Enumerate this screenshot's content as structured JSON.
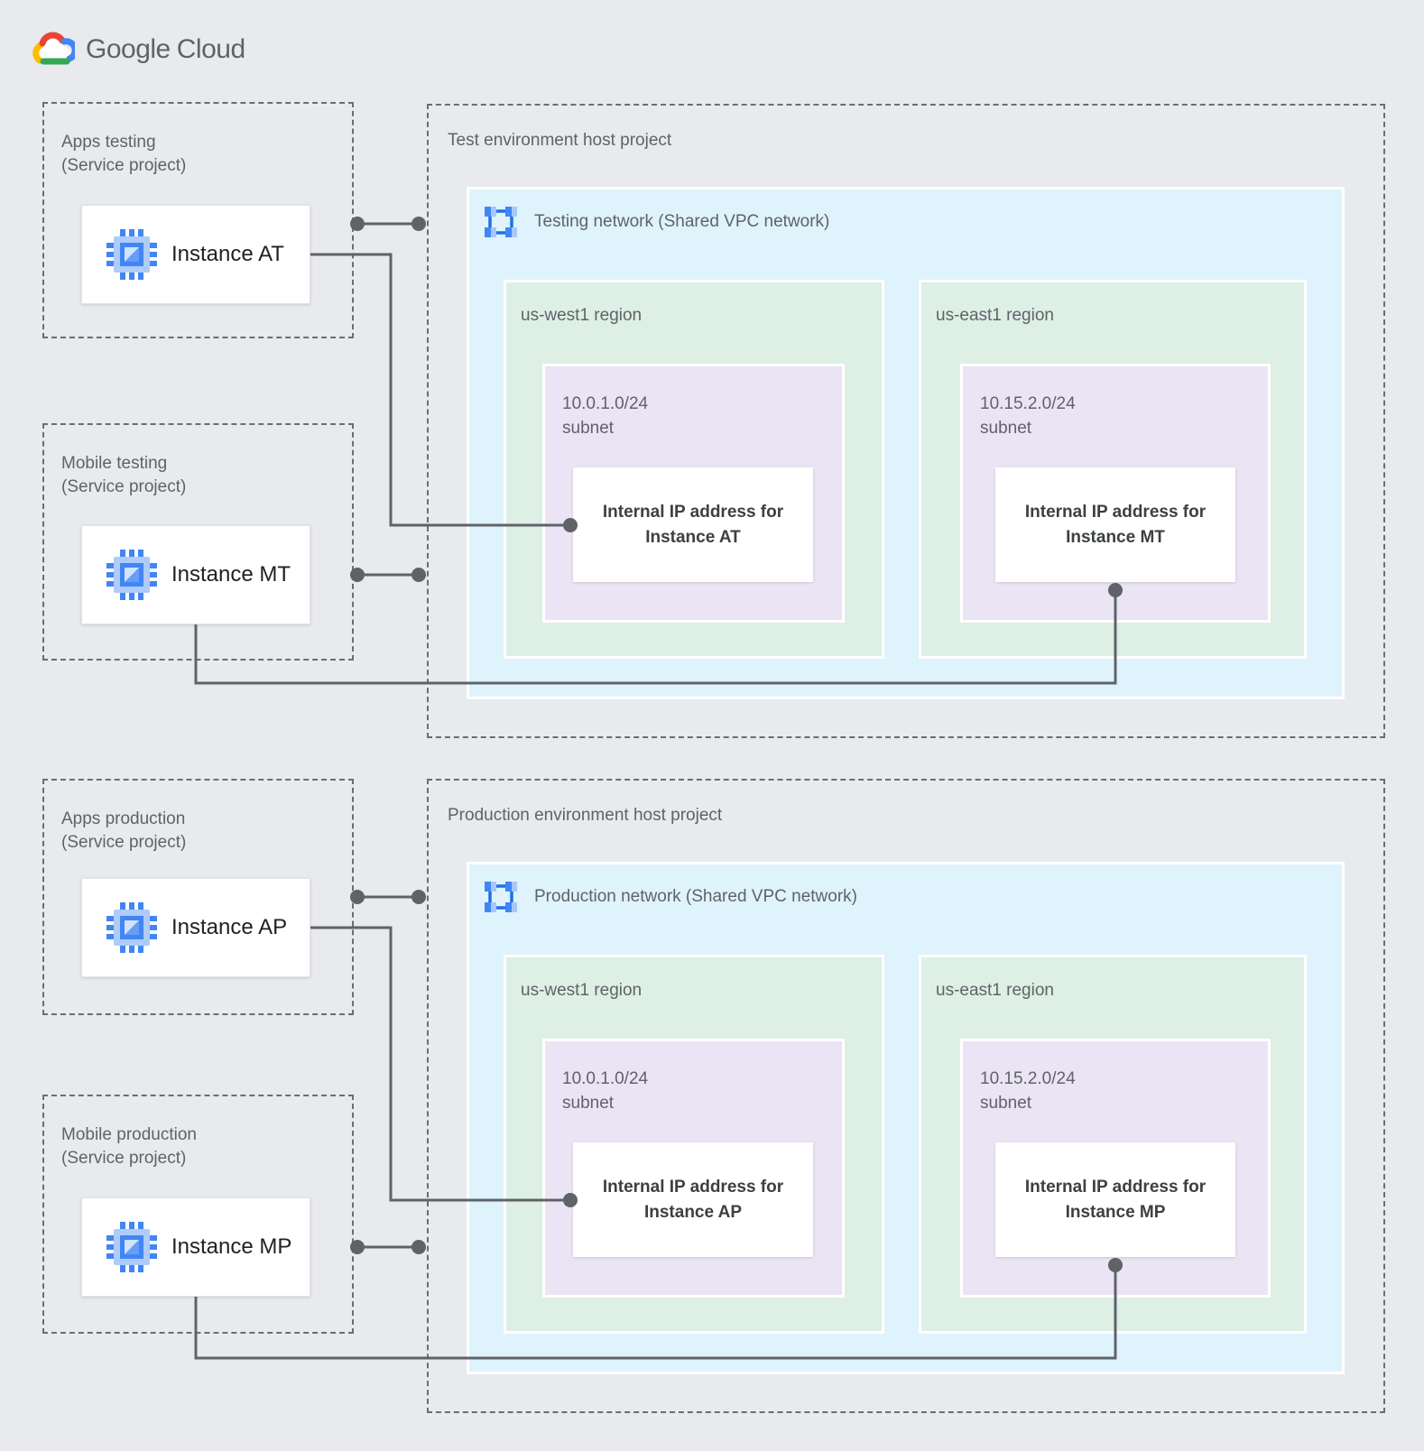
{
  "logo": {
    "google": "Google",
    "cloud": "Cloud"
  },
  "service_projects": [
    {
      "name": "Apps testing",
      "subtitle": "(Service project)",
      "instance": "Instance AT"
    },
    {
      "name": "Mobile testing",
      "subtitle": "(Service project)",
      "instance": "Instance MT"
    },
    {
      "name": "Apps production",
      "subtitle": "(Service project)",
      "instance": "Instance AP"
    },
    {
      "name": "Mobile production",
      "subtitle": "(Service project)",
      "instance": "Instance MP"
    }
  ],
  "host_projects": [
    {
      "title": "Test environment host project",
      "network": {
        "label": "Testing network (Shared VPC network)",
        "regions": [
          {
            "label": "us-west1 region",
            "subnet_cidr": "10.0.1.0/24",
            "subnet_word": "subnet",
            "ip_line1": "Internal IP address for",
            "ip_line2": "Instance AT"
          },
          {
            "label": "us-east1 region",
            "subnet_cidr": "10.15.2.0/24",
            "subnet_word": "subnet",
            "ip_line1": "Internal IP address for",
            "ip_line2": "Instance MT"
          }
        ]
      }
    },
    {
      "title": "Production environment host project",
      "network": {
        "label": "Production network (Shared VPC network)",
        "regions": [
          {
            "label": "us-west1 region",
            "subnet_cidr": "10.0.1.0/24",
            "subnet_word": "subnet",
            "ip_line1": "Internal IP address for",
            "ip_line2": "Instance AP"
          },
          {
            "label": "us-east1 region",
            "subnet_cidr": "10.15.2.0/24",
            "subnet_word": "subnet",
            "ip_line1": "Internal IP address for",
            "ip_line2": "Instance MP"
          }
        ]
      }
    }
  ],
  "icons": {
    "logo": "google-cloud-logo",
    "instance": "compute-engine-chip-icon",
    "network": "vpc-network-icon"
  },
  "colors": {
    "page_bg": "#E8EAED",
    "network_bg": "#DFF3FD",
    "region_bg": "#DEEFE6",
    "subnet_bg": "#EAE4F4",
    "wire": "#5F6368",
    "google_blue": "#4285F4",
    "google_red": "#EA4335",
    "google_yellow": "#FBBC04",
    "google_green": "#34A853"
  }
}
